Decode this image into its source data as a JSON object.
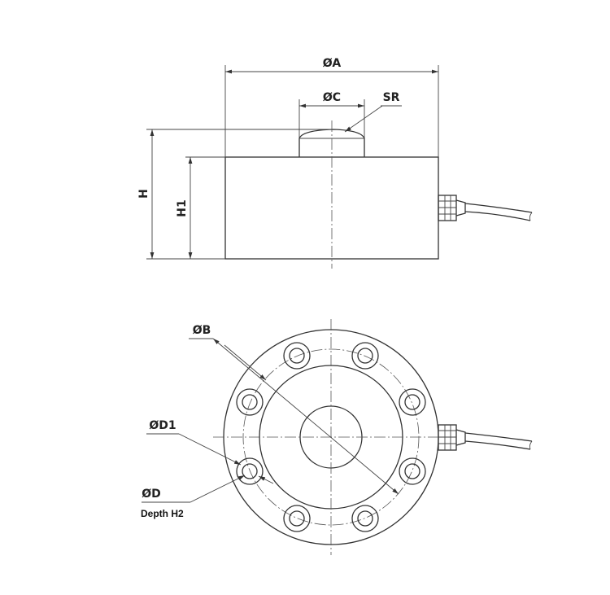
{
  "side_view": {
    "label_diameter_a": "ØA",
    "label_diameter_c": "ØC",
    "label_sphere_radius": "SR",
    "label_height_h": "H",
    "label_height_h1": "H1"
  },
  "top_view": {
    "label_diameter_b": "ØB",
    "label_diameter_d1": "ØD1",
    "label_diameter_d": "ØD",
    "label_depth": "Depth H2"
  }
}
